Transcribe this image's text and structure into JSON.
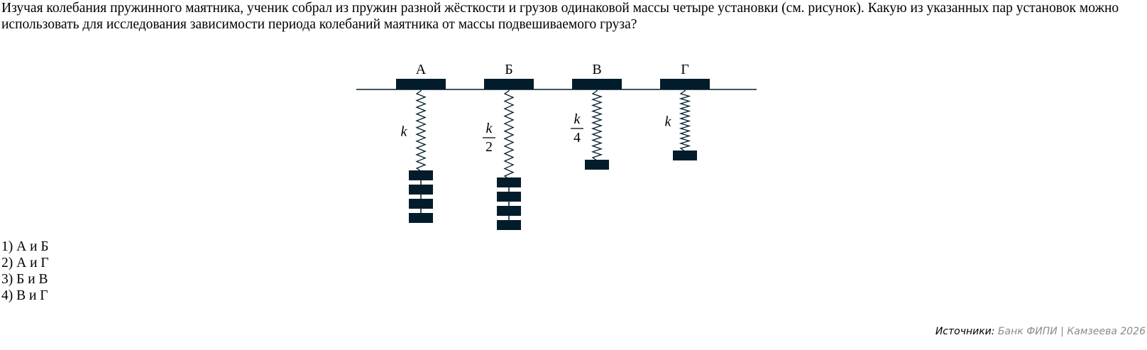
{
  "question": "Изучая колебания пружинного маятника, ученик собрал из пружин разной жёсткости и грузов одинаковой массы четыре установки (см. рисунок). Какую из указанных пар установок можно использовать для исследования зависимости периода колебаний маятника от массы подвешиваемого груза?",
  "figure": {
    "setups": [
      {
        "label": "А",
        "stiffness_num": "k",
        "stiffness_den": "",
        "weights": 4
      },
      {
        "label": "Б",
        "stiffness_num": "k",
        "stiffness_den": "2",
        "weights": 4
      },
      {
        "label": "В",
        "stiffness_num": "k",
        "stiffness_den": "4",
        "weights": 1
      },
      {
        "label": "Г",
        "stiffness_num": "k",
        "stiffness_den": "",
        "weights": 1
      }
    ],
    "color": "#021c2b"
  },
  "options": [
    "1) А и Б",
    "2) А и Г",
    "3) Б и В",
    "4) В и Г"
  ],
  "source": {
    "label": "Источники:",
    "value": "Банк ФИПИ | Камзеева 2026"
  }
}
